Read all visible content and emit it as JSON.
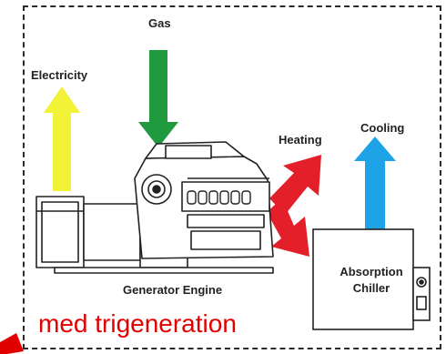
{
  "labels": {
    "gas": "Gas",
    "electricity": "Electricity",
    "cooling": "Cooling",
    "heating": "Heating",
    "generator_engine": "Generator Engine",
    "absorption_chiller_line1": "Absorption",
    "absorption_chiller_line2": "Chiller"
  },
  "caption": "med trigeneration",
  "colors": {
    "gas_arrow": "#1f9a3f",
    "electricity_arrow": "#f2f236",
    "cooling_arrow": "#1ea4e6",
    "heating_arrows": "#e3202a",
    "caption": "#e00000"
  }
}
